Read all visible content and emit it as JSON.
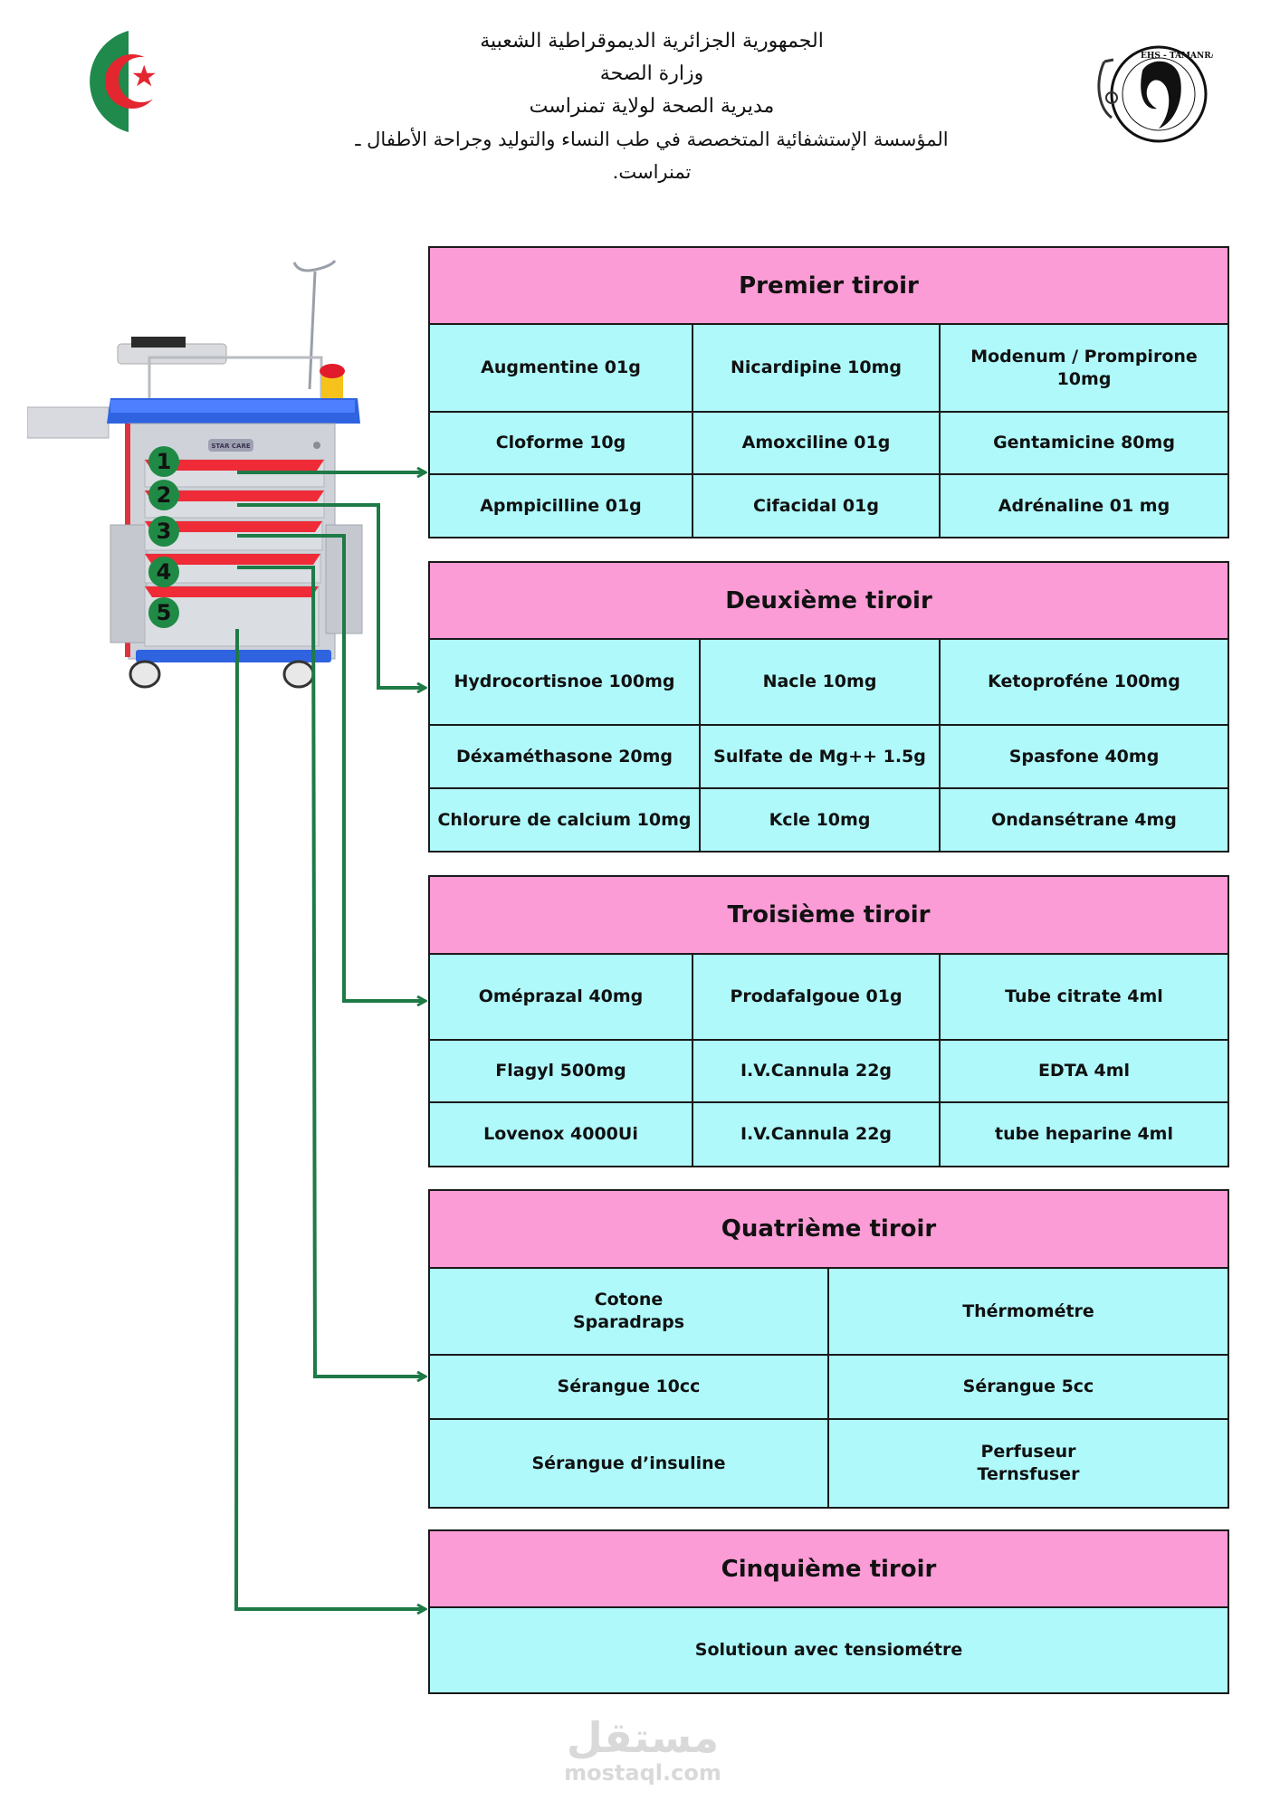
{
  "header": {
    "lines": [
      "الجمهورية الجزائرية الديموقراطية الشعبية",
      "وزارة الصحة",
      "مديرية الصحة لولاية تمنراست",
      "المؤسسة الإستشفائية المتخصصة في طب النساء والتوليد وجراحة الأطفال ـ تمنراست."
    ],
    "flag_icon": "algeria-flag-icon",
    "logo": {
      "icon": "ehs-tamanrasset-logo",
      "text": "EHS - TAMANRASSET"
    }
  },
  "trolley": {
    "brand_label": "STAR CARE",
    "drawer_numbers": [
      "1",
      "2",
      "3",
      "4",
      "5"
    ]
  },
  "colors": {
    "header_pink": "#fb9cd6",
    "cell_cyan": "#aff9fb",
    "connector_green": "#1e7a46",
    "badge_green": "#1f8a45"
  },
  "drawers": [
    {
      "title": "Premier tiroir",
      "rows": [
        [
          "Augmentine 01g",
          "Nicardipine 10mg",
          "Modenum / Prompirone\n10mg"
        ],
        [
          "Cloforme 10g",
          "Amoxciline 01g",
          "Gentamicine 80mg"
        ],
        [
          "Apmpicilline 01g",
          "Cifacidal 01g",
          "Adrénaline 01 mg"
        ]
      ]
    },
    {
      "title": "Deuxième tiroir",
      "rows": [
        [
          "Hydrocortisnoe 100mg",
          "Nacle 10mg",
          "Ketoproféne  100mg"
        ],
        [
          "Déxaméthasone 20mg",
          "Sulfate de Mg++ 1.5g",
          "Spasfone 40mg"
        ],
        [
          "Chlorure de calcium 10mg",
          "Kcle 10mg",
          "Ondansétrane 4mg"
        ]
      ]
    },
    {
      "title": "Troisième tiroir",
      "rows": [
        [
          "Oméprazal 40mg",
          "Prodafalgoue 01g",
          "Tube citrate 4ml"
        ],
        [
          "Flagyl 500mg",
          "I.V.Cannula 22g",
          "EDTA 4ml"
        ],
        [
          "Lovenox 4000Ui",
          "I.V.Cannula 22g",
          "tube heparine 4ml"
        ]
      ]
    },
    {
      "title": "Quatrième tiroir",
      "rows": [
        [
          "Cotone\nSparadraps",
          "Thérmométre"
        ],
        [
          "Sérangue 10cc",
          "Sérangue 5cc"
        ],
        [
          "Sérangue d’insuline",
          "Perfuseur\nTernsfuser"
        ]
      ]
    },
    {
      "title": "Cinquième tiroir",
      "rows": [
        [
          "Solutioun avec tensiométre"
        ]
      ]
    }
  ],
  "watermark": {
    "arabic": "مستقل",
    "latin": "mostaql.com"
  }
}
